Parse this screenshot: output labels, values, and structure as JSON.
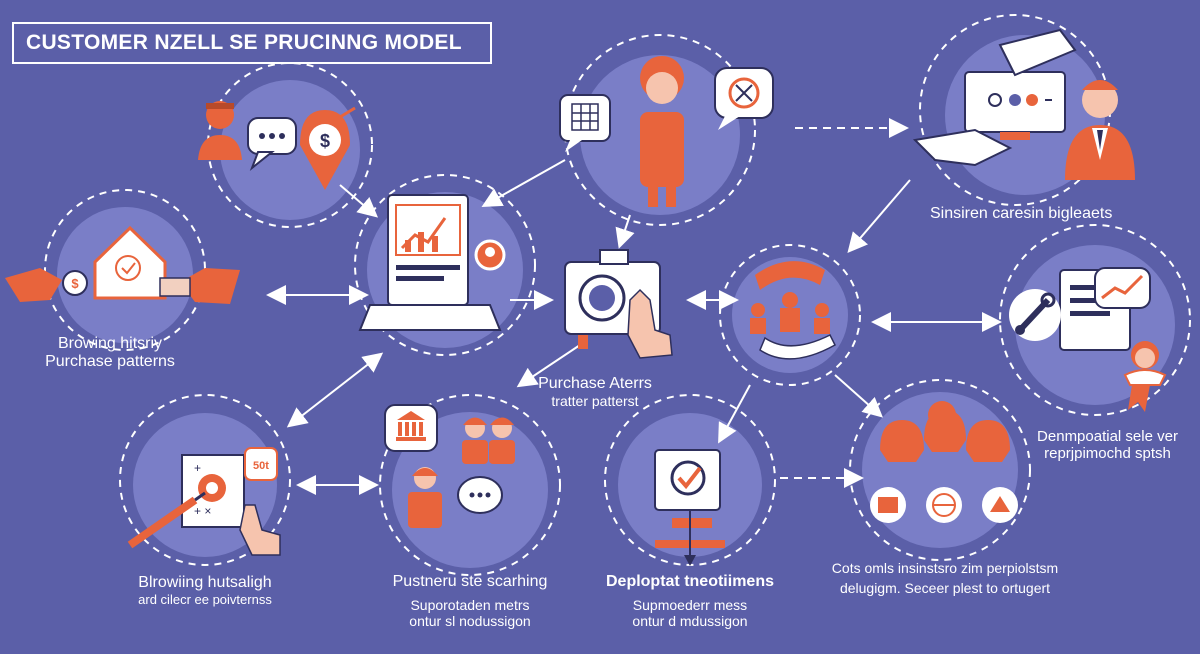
{
  "title": "CUSTOMER NZELL SE PRUCINNG MODEL",
  "colors": {
    "background": "#5b5fa8",
    "circle": "#7a7ec7",
    "accent": "#e8643c",
    "white": "#ffffff",
    "dark": "#2e2f5c"
  },
  "labels": {
    "browsing_history": {
      "line1": "Browing hitsriy",
      "line2": "Purchase patterns"
    },
    "purchase_alerts": {
      "line1": "Purchase Aterrs",
      "line2": "tratter patterst"
    },
    "sinsiren": {
      "line1": "Sinsiren caresin bigleaets"
    },
    "denmpoatial": {
      "line1": "Denmpoatial sele ver",
      "line2": "reprjpimochd sptsh"
    },
    "browsing_hutsaligh": {
      "line1": "Blrowiing hutsaligh",
      "line2": "ard cilecr ee poivternss"
    },
    "pustneru": {
      "line1": "Pustneru ste scarhing",
      "line2": "Suporotaden metrs",
      "line3": "ontur sl nodussigon"
    },
    "deploptat": {
      "line1": "Deploptat tneotiimens",
      "line2": "Supmoederr mess",
      "line3": "ontur d mdussigon"
    },
    "cots": {
      "line1": "Cots omls insinstsro zim perpiolstsm",
      "line2": "delugigm. Seceer plest to ortugert"
    }
  },
  "icons": [
    "person-icon",
    "chat-bubble-icon",
    "dollar-pin-icon",
    "house-hand-icon",
    "laptop-chart-icon",
    "calendar-icon",
    "target-icon",
    "handshake-monitor-icon",
    "camera-hand-icon",
    "group-hands-icon",
    "document-chart-icon",
    "tools-icon",
    "ribbon-badge-icon",
    "checklist-pointer-icon",
    "bank-icon",
    "audience-icon",
    "checkbox-display-icon",
    "team-icons-icon"
  ]
}
